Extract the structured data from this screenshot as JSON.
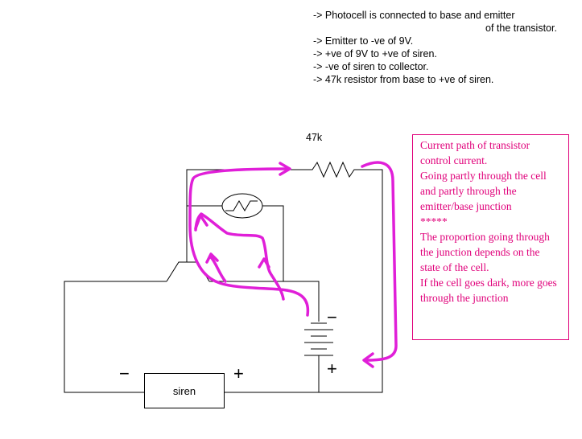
{
  "notes": [
    "-> Photocell is connected to base and emitter",
    "of the transistor.",
    "-> Emitter to -ve of 9V.",
    "-> +ve of 9V to +ve of siren.",
    "-> -ve of siren to collector.",
    "-> 47k resistor from base to +ve of siren."
  ],
  "resistor_label": "47k",
  "siren_label": "siren",
  "battery": {
    "minus": "−",
    "plus": "+"
  },
  "siren_terminals": {
    "minus": "−",
    "plus": "+"
  },
  "info_box": [
    "Current path of transistor control current.",
    "Going partly through the cell and partly through the emitter/base junction",
    "*****",
    "The proportion going through the junction depends on the state of the cell.",
    "If the cell goes dark, more goes through the junction"
  ],
  "colors": {
    "wire": "#000000",
    "current_path": "#e01fd8",
    "info_text": "#e0007a"
  }
}
